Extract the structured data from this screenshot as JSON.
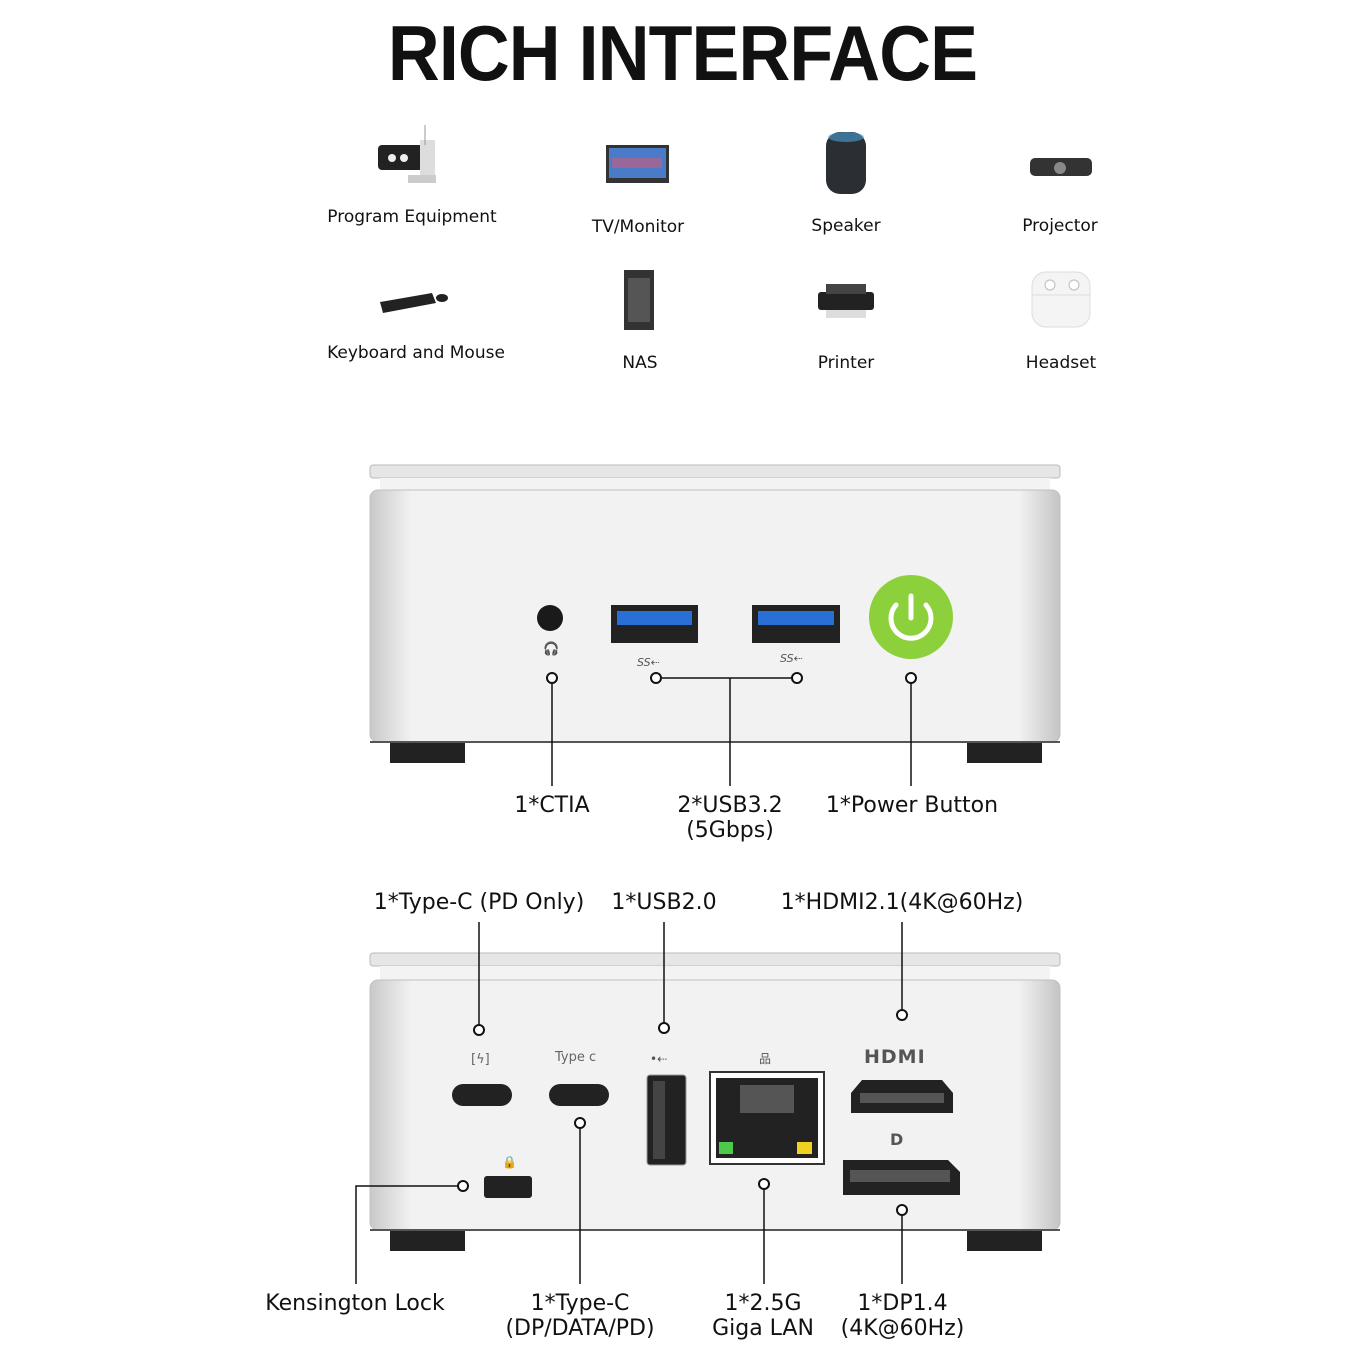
{
  "title": "RICH INTERFACE",
  "devices": [
    {
      "label": "Program Equipment",
      "icon": "security-camera-icon"
    },
    {
      "label": "TV/Monitor",
      "icon": "monitor-icon"
    },
    {
      "label": "Speaker",
      "icon": "smart-speaker-icon"
    },
    {
      "label": "Projector",
      "icon": "projector-icon"
    },
    {
      "label": "Keyboard and Mouse",
      "icon": "keyboard-mouse-icon"
    },
    {
      "label": "NAS",
      "icon": "nas-tower-icon"
    },
    {
      "label": "Printer",
      "icon": "printer-icon"
    },
    {
      "label": "Headset",
      "icon": "earbuds-icon"
    }
  ],
  "front": {
    "ctia": "1*CTIA",
    "usb32_line1": "2*USB3.2",
    "usb32_line2": "(5Gbps)",
    "power": "1*Power Button",
    "ss_mark": "SS"
  },
  "back": {
    "typec_pd": "1*Type-C (PD Only)",
    "usb20": "1*USB2.0",
    "hdmi": "1*HDMI2.1(4K@60Hz)",
    "kensington": "Kensington Lock",
    "typec_line1": "1*Type-C",
    "typec_line2": "(DP/DATA/PD)",
    "lan_line1": "1*2.5G",
    "lan_line2": "Giga LAN",
    "dp_line1": "1*DP1.4",
    "dp_line2": "(4K@60Hz)",
    "typec_print": "Type c",
    "hdmi_print": "HDMI"
  },
  "colors": {
    "power": "#8cd13c",
    "usb3": "#2a6fd6"
  }
}
